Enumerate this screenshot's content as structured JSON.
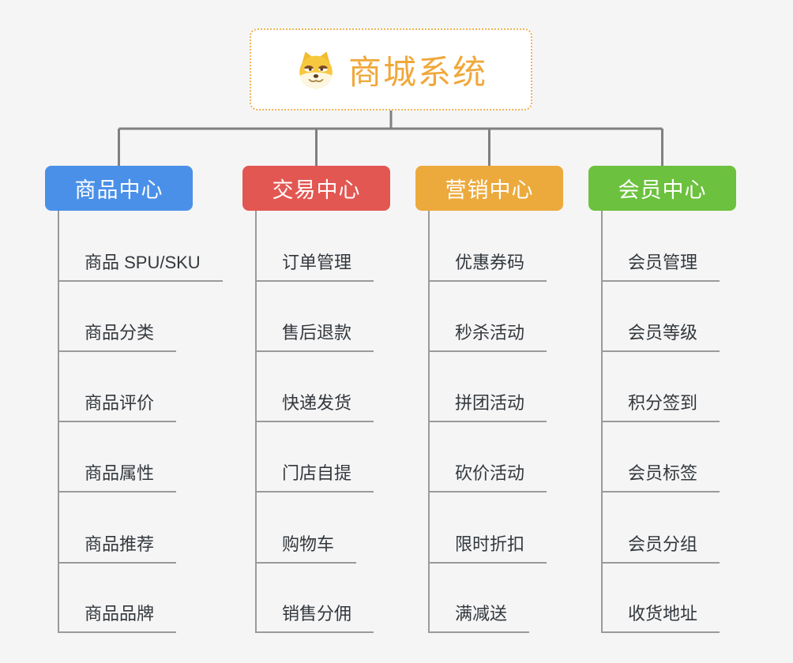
{
  "root": {
    "title": "商城系统",
    "icon": "dog-icon"
  },
  "colors": {
    "background": "#f5f5f5",
    "root_text": "#f0a83a",
    "root_border": "#f0b357",
    "connector": "#808080",
    "child_line": "#9a9a9a",
    "child_text": "#33383d",
    "node_text": "#ffffff"
  },
  "branches": [
    {
      "id": "product",
      "label": "商品中心",
      "color": "#4a90e8",
      "items": [
        "商品 SPU/SKU",
        "商品分类",
        "商品评价",
        "商品属性",
        "商品推荐",
        "商品品牌"
      ]
    },
    {
      "id": "trade",
      "label": "交易中心",
      "color": "#e25752",
      "items": [
        "订单管理",
        "售后退款",
        "快递发货",
        "门店自提",
        "购物车",
        "销售分佣"
      ]
    },
    {
      "id": "marketing",
      "label": "营销中心",
      "color": "#ecaa3d",
      "items": [
        "优惠券码",
        "秒杀活动",
        "拼团活动",
        "砍价活动",
        "限时折扣",
        "满减送"
      ]
    },
    {
      "id": "member",
      "label": "会员中心",
      "color": "#6cc13e",
      "items": [
        "会员管理",
        "会员等级",
        "积分签到",
        "会员标签",
        "会员分组",
        "收货地址"
      ]
    }
  ]
}
